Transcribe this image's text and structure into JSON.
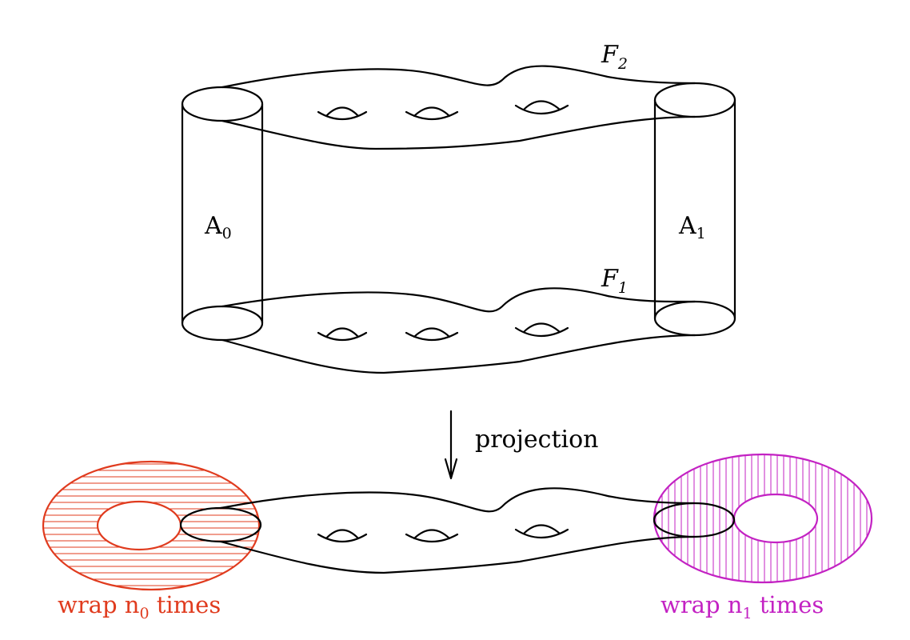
{
  "labels": {
    "F2": {
      "base": "F",
      "sub": "2"
    },
    "F1": {
      "base": "F",
      "sub": "1"
    },
    "A0": {
      "base": "A",
      "sub": "0"
    },
    "A1": {
      "base": "A",
      "sub": "1"
    },
    "projection": "projection",
    "wrap_left": {
      "pre": "wrap n",
      "sub": "0",
      "post": " times"
    },
    "wrap_right": {
      "pre": "wrap n",
      "sub": "1",
      "post": " times"
    }
  },
  "colors": {
    "stroke": "#000000",
    "left_torus": "#e03b1e",
    "right_torus": "#c322c3"
  }
}
